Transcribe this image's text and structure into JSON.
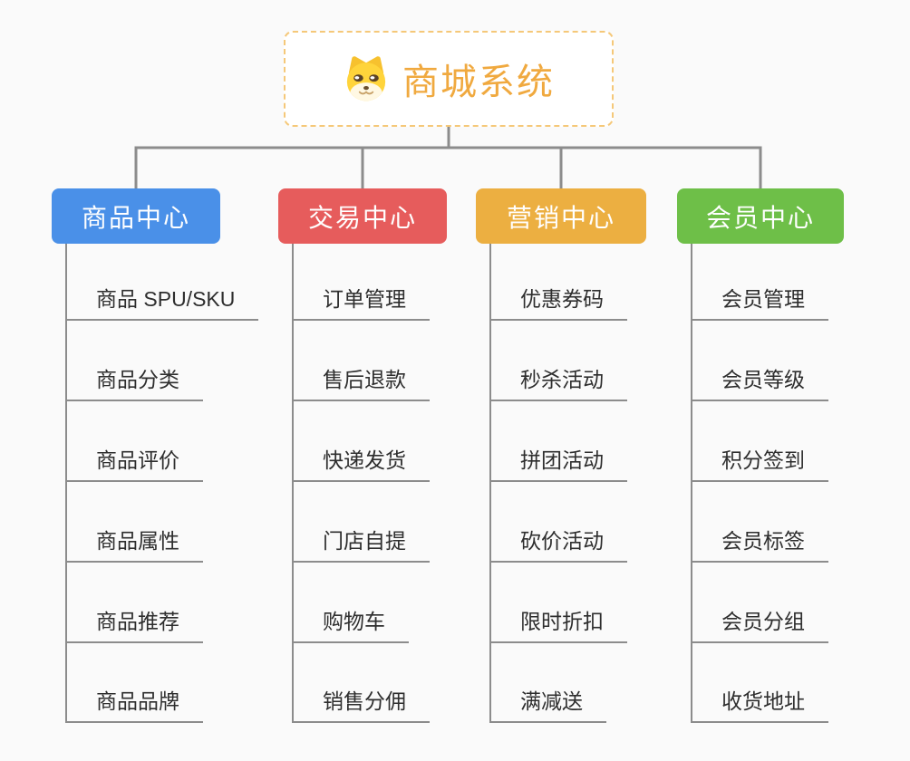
{
  "root": {
    "title": "商城系统",
    "icon": "dog-face-icon",
    "title_color": "#F0A93F",
    "border_color": "#F5C879"
  },
  "connector_color": "#8C8C8C",
  "background_color": "#FAFAFA",
  "branches": [
    {
      "label": "商品中心",
      "color": "#4A90E8",
      "items": [
        "商品 SPU/SKU",
        "商品分类",
        "商品评价",
        "商品属性",
        "商品推荐",
        "商品品牌"
      ]
    },
    {
      "label": "交易中心",
      "color": "#E65C5C",
      "items": [
        "订单管理",
        "售后退款",
        "快递发货",
        "门店自提",
        "购物车",
        "销售分佣"
      ]
    },
    {
      "label": "营销中心",
      "color": "#ECAF41",
      "items": [
        "优惠券码",
        "秒杀活动",
        "拼团活动",
        "砍价活动",
        "限时折扣",
        "满减送"
      ]
    },
    {
      "label": "会员中心",
      "color": "#6EBF48",
      "items": [
        "会员管理",
        "会员等级",
        "积分签到",
        "会员标签",
        "会员分组",
        "收货地址"
      ]
    }
  ]
}
